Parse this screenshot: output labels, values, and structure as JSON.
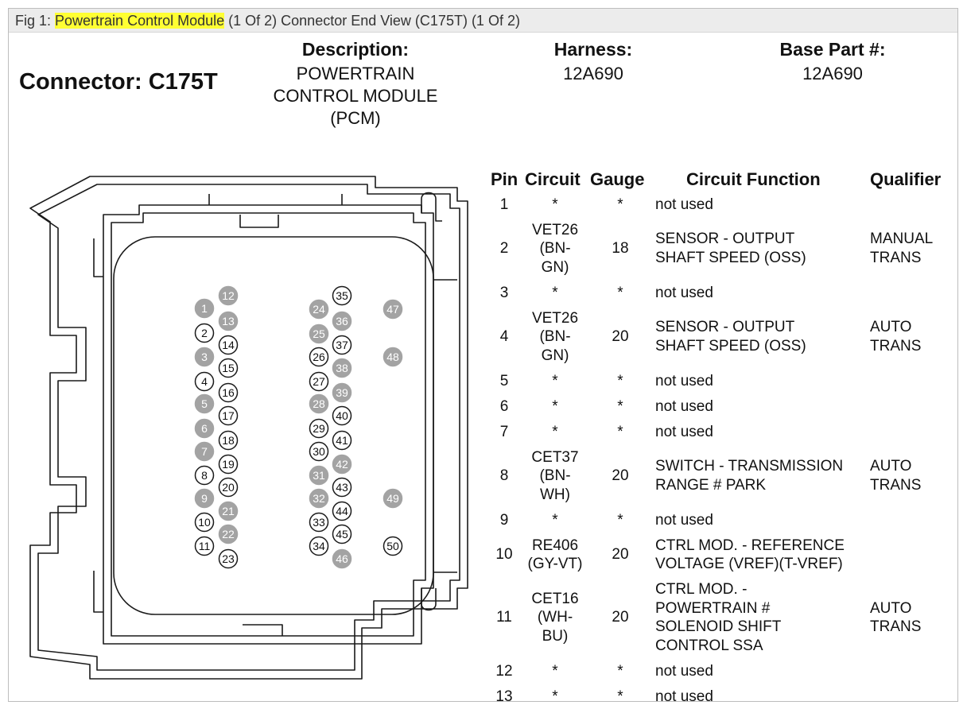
{
  "caption": {
    "prefix": "Fig 1: ",
    "highlight": "Powertrain Control Module",
    "rest": " (1 Of 2) Connector End View (C175T) (1 Of 2)"
  },
  "connector": {
    "label": "Connector: C175T"
  },
  "description": {
    "header": "Description:",
    "lines": [
      "POWERTRAIN",
      "CONTROL MODULE",
      "(PCM)"
    ]
  },
  "harness": {
    "header": "Harness:",
    "value": "12A690"
  },
  "base_part": {
    "header": "Base Part #:",
    "value": "12A690"
  },
  "pins": {
    "gray": [
      "1",
      "3",
      "5",
      "6",
      "7",
      "9",
      "12",
      "13",
      "21",
      "22",
      "24",
      "25",
      "28",
      "31",
      "32",
      "36",
      "38",
      "39",
      "42",
      "46",
      "47",
      "48",
      "49"
    ],
    "labels": [
      "1",
      "2",
      "3",
      "4",
      "5",
      "6",
      "7",
      "8",
      "9",
      "10",
      "11",
      "12",
      "13",
      "14",
      "15",
      "16",
      "17",
      "18",
      "19",
      "20",
      "21",
      "22",
      "23",
      "24",
      "25",
      "26",
      "27",
      "28",
      "29",
      "30",
      "31",
      "32",
      "33",
      "34",
      "35",
      "36",
      "37",
      "38",
      "39",
      "40",
      "41",
      "42",
      "43",
      "44",
      "45",
      "46",
      "47",
      "48",
      "49",
      "50"
    ]
  },
  "table": {
    "headers": {
      "pin": "Pin",
      "circuit": "Circuit",
      "gauge": "Gauge",
      "function": "Circuit Function",
      "qualifier": "Qualifier"
    },
    "rows": [
      {
        "pin": "1",
        "circuit": [
          "*"
        ],
        "gauge": "*",
        "function": [
          "not used"
        ],
        "qualifier": []
      },
      {
        "pin": "2",
        "circuit": [
          "VET26",
          "(BN-",
          "GN)"
        ],
        "gauge": "18",
        "function": [
          "SENSOR - OUTPUT",
          "SHAFT SPEED (OSS)"
        ],
        "qualifier": [
          "MANUAL",
          "TRANS"
        ]
      },
      {
        "pin": "3",
        "circuit": [
          "*"
        ],
        "gauge": "*",
        "function": [
          "not used"
        ],
        "qualifier": []
      },
      {
        "pin": "4",
        "circuit": [
          "VET26",
          "(BN-",
          "GN)"
        ],
        "gauge": "20",
        "function": [
          "SENSOR - OUTPUT",
          "SHAFT SPEED (OSS)"
        ],
        "qualifier": [
          "AUTO",
          "TRANS"
        ]
      },
      {
        "pin": "5",
        "circuit": [
          "*"
        ],
        "gauge": "*",
        "function": [
          "not used"
        ],
        "qualifier": []
      },
      {
        "pin": "6",
        "circuit": [
          "*"
        ],
        "gauge": "*",
        "function": [
          "not used"
        ],
        "qualifier": []
      },
      {
        "pin": "7",
        "circuit": [
          "*"
        ],
        "gauge": "*",
        "function": [
          "not used"
        ],
        "qualifier": []
      },
      {
        "pin": "8",
        "circuit": [
          "CET37",
          "(BN-",
          "WH)"
        ],
        "gauge": "20",
        "function": [
          "SWITCH - TRANSMISSION",
          "RANGE # PARK"
        ],
        "qualifier": [
          "AUTO",
          "TRANS"
        ]
      },
      {
        "pin": "9",
        "circuit": [
          "*"
        ],
        "gauge": "*",
        "function": [
          "not used"
        ],
        "qualifier": []
      },
      {
        "pin": "10",
        "circuit": [
          "RE406",
          "(GY-VT)"
        ],
        "gauge": "20",
        "function": [
          "CTRL MOD. - REFERENCE",
          "VOLTAGE (VREF)(T-VREF)"
        ],
        "qualifier": []
      },
      {
        "pin": "11",
        "circuit": [
          "CET16",
          "(WH-",
          "BU)"
        ],
        "gauge": "20",
        "function": [
          "CTRL MOD. -",
          "POWERTRAIN #",
          "SOLENOID SHIFT",
          "CONTROL SSA"
        ],
        "qualifier": [
          "AUTO",
          "TRANS"
        ]
      },
      {
        "pin": "12",
        "circuit": [
          "*"
        ],
        "gauge": "*",
        "function": [
          "not used"
        ],
        "qualifier": []
      },
      {
        "pin": "13",
        "circuit": [
          "*"
        ],
        "gauge": "*",
        "function": [
          "not used"
        ],
        "qualifier": []
      }
    ]
  },
  "colors": {
    "highlight": "#ffff33",
    "pin_fill_gray": "#a3a3a3",
    "caption_bg": "#ececec"
  }
}
